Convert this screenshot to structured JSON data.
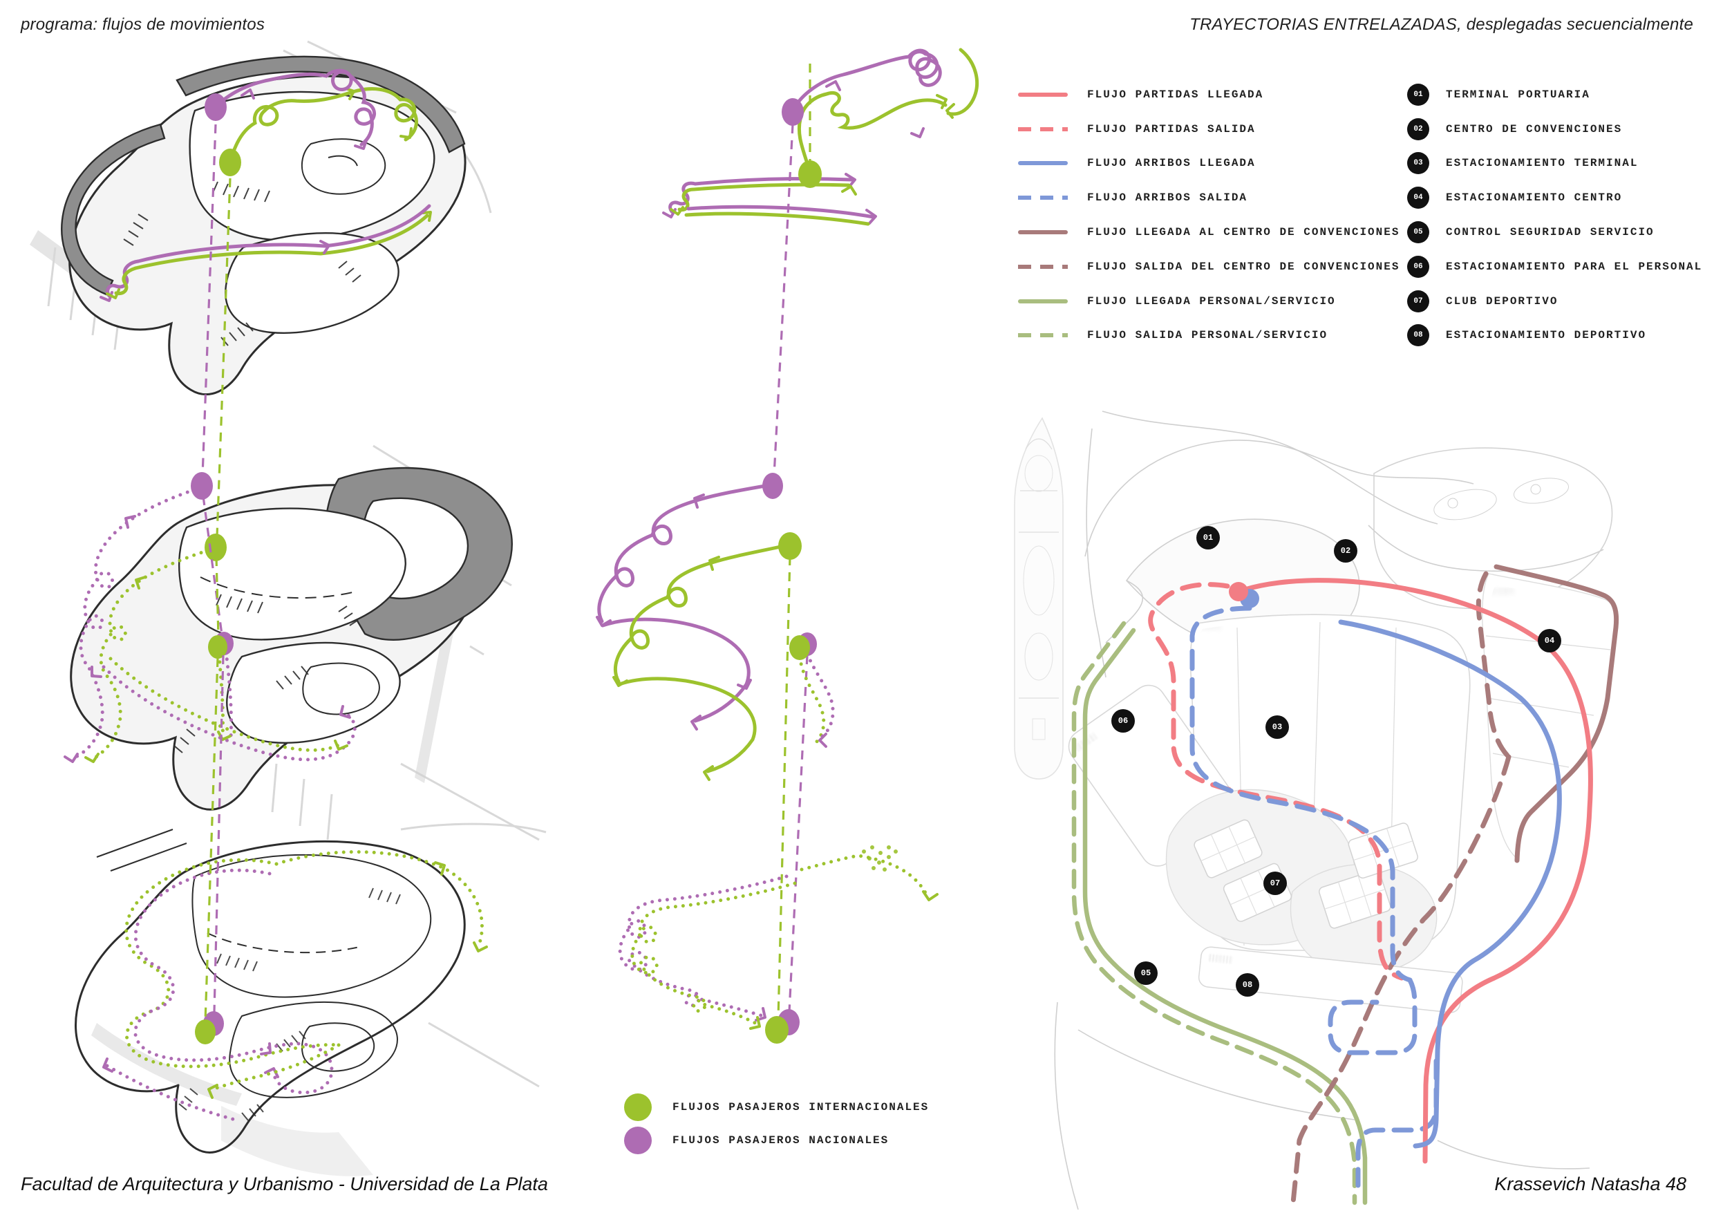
{
  "header": {
    "left": "programa: flujos de movimientos",
    "right": "TRAYECTORIAS ENTRELAZADAS, desplegadas secuencialmente"
  },
  "footer": {
    "left": "Facultad de Arquitectura y Urbanismo - Universidad de La Plata",
    "credit": "Krassevich Natasha 48"
  },
  "flow_legend": [
    {
      "label": "FLUJO PARTIDAS LLEGADA",
      "color": "#f27d84",
      "style": "solid"
    },
    {
      "label": "FLUJO PARTIDAS SALIDA",
      "color": "#f27d84",
      "style": "dashed"
    },
    {
      "label": "FLUJO ARRIBOS LLEGADA",
      "color": "#7e98d8",
      "style": "solid"
    },
    {
      "label": "FLUJO ARRIBOS SALIDA",
      "color": "#7e98d8",
      "style": "dashed"
    },
    {
      "label": "FLUJO LLEGADA AL CENTRO DE CONVENCIONES",
      "color": "#a87a7a",
      "style": "solid"
    },
    {
      "label": "FLUJO SALIDA DEL CENTRO DE CONVENCIONES",
      "color": "#a87a7a",
      "style": "dashed"
    },
    {
      "label": "FLUJO LLEGADA PERSONAL/SERVICIO",
      "color": "#a9bd7f",
      "style": "solid"
    },
    {
      "label": "FLUJO SALIDA PERSONAL/SERVICIO",
      "color": "#a9bd7f",
      "style": "dashed"
    }
  ],
  "location_legend": [
    {
      "num": "01",
      "label": "TERMINAL PORTUARIA"
    },
    {
      "num": "02",
      "label": "CENTRO DE CONVENCIONES"
    },
    {
      "num": "03",
      "label": "ESTACIONAMIENTO TERMINAL"
    },
    {
      "num": "04",
      "label": "ESTACIONAMIENTO CENTRO"
    },
    {
      "num": "05",
      "label": "CONTROL SEGURIDAD SERVICIO"
    },
    {
      "num": "06",
      "label": "ESTACIONAMIENTO PARA EL PERSONAL"
    },
    {
      "num": "07",
      "label": "CLUB DEPORTIVO"
    },
    {
      "num": "08",
      "label": "ESTACIONAMIENTO DEPORTIVO"
    }
  ],
  "passenger_legend": [
    {
      "label": "FLUJOS PASAJEROS INTERNACIONALES",
      "color": "#9cc22d"
    },
    {
      "label": "FLUJOS PASAJEROS NACIONALES",
      "color": "#ae6cb3"
    }
  ],
  "colors": {
    "partidas": "#f27d84",
    "arribos": "#7e98d8",
    "centro_convenciones": "#a87a7a",
    "personal_servicio": "#a9bd7f",
    "pasajeros_internacionales": "#9cc22d",
    "pasajeros_nacionales": "#ae6cb3",
    "marker_background": "#111111"
  }
}
